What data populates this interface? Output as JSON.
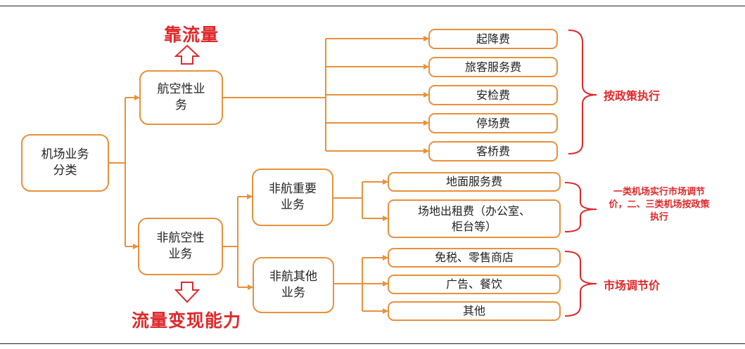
{
  "colors": {
    "box_border": "#E8903A",
    "connector": "#E8903A",
    "note_text": "#E0282A",
    "bracket": "#E0282A"
  },
  "icons": {
    "up_arrow": "hollow-up-arrow",
    "down_arrow": "hollow-down-arrow"
  },
  "top_label": "靠流量",
  "bottom_label": "流量变现能力",
  "root": "机场业务分类",
  "aviation": {
    "label": "航空性业务",
    "items": [
      "起降费",
      "旅客服务费",
      "安检费",
      "停场费",
      "客桥费"
    ],
    "note": "按政策执行"
  },
  "non_aviation": {
    "label": "非航空性业务",
    "important": {
      "label": "非航重要业务",
      "items": [
        "地面服务费",
        "场地出租费（办公室、柜台等）"
      ],
      "note": "一类机场实行市场调节价，二、三类机场按政策执行"
    },
    "other": {
      "label": "非航其他业务",
      "items": [
        "免税、零售商店",
        "广告、餐饮",
        "其他"
      ],
      "note": "市场调节价"
    }
  }
}
